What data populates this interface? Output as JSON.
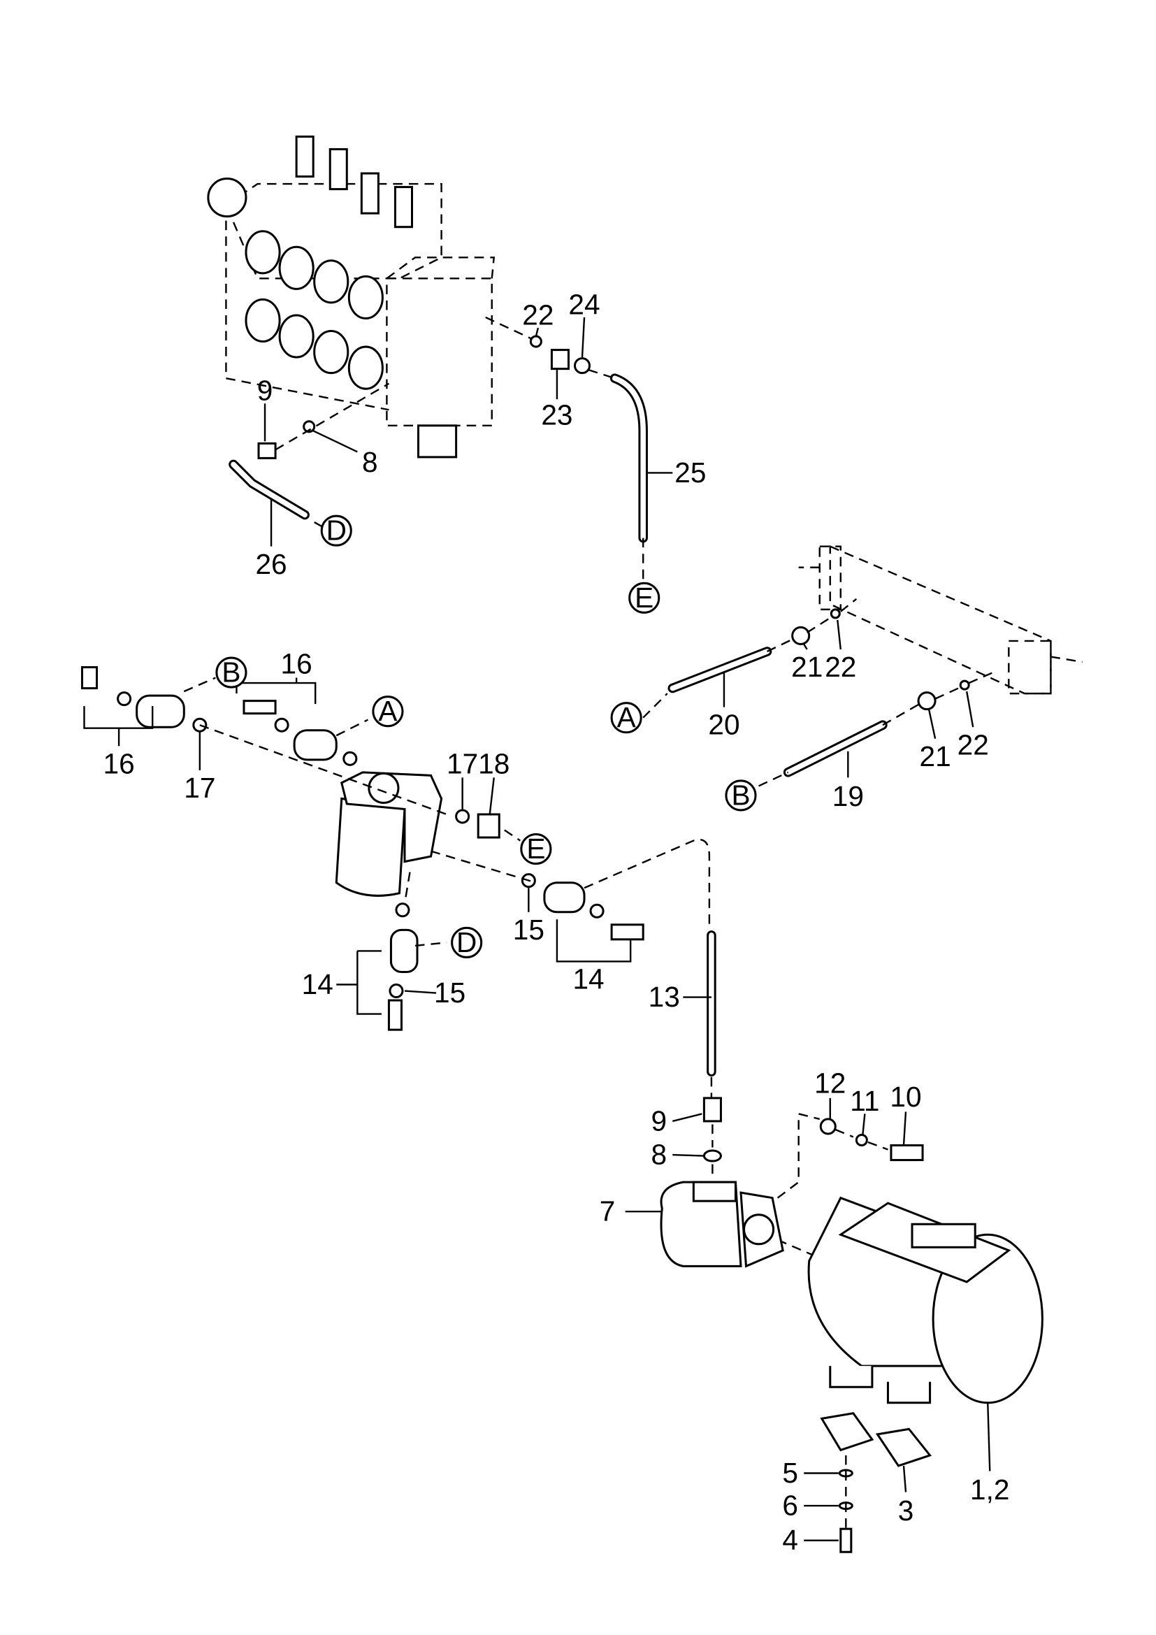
{
  "callouts": [
    "22",
    "24",
    "23",
    "9",
    "8",
    "25",
    "26",
    "16",
    "16",
    "17",
    "17",
    "18",
    "15",
    "14",
    "14",
    "15",
    "13",
    "12",
    "11",
    "10",
    "9",
    "8",
    "7",
    "5",
    "6",
    "4",
    "3",
    "1,2",
    "20",
    "21",
    "22",
    "19",
    "21",
    "22"
  ],
  "connectors": [
    "D",
    "E",
    "A",
    "B",
    "E",
    "D",
    "A",
    "B"
  ]
}
